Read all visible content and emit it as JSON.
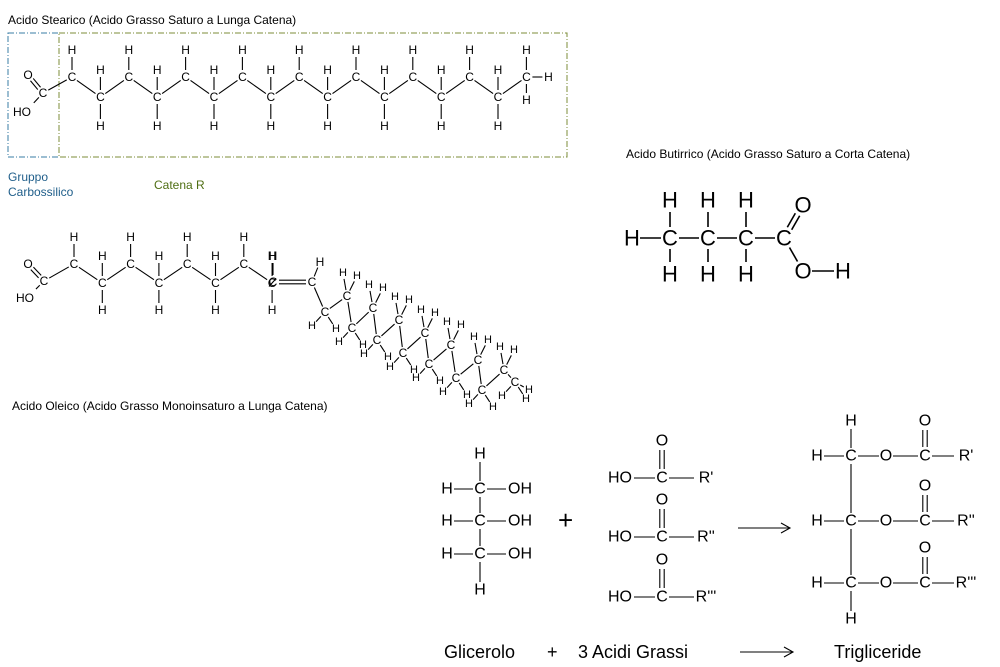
{
  "stearic": {
    "title": "Acido Stearico (Acido Grasso Saturo a Lunga Catena)",
    "carboxyl_label_1": "Gruppo",
    "carboxyl_label_2": "Carbossilico",
    "chain_label": "Catena R"
  },
  "oleic": {
    "title": "Acido Oleico (Acido Grasso Monoinsaturo a Lunga Catena)"
  },
  "butyric": {
    "title": "Acido Butirrico (Acido Grasso Saturo a Corta Catena)"
  },
  "atoms": {
    "C": "C",
    "H": "H",
    "O": "O",
    "OH": "OH",
    "HO": "HO",
    "R1": "R'",
    "R2": "R''",
    "R3": "R'''"
  },
  "reaction": {
    "glycerol": "Glicerolo",
    "plus": "+",
    "fatty_acids": "3 Acidi Grassi",
    "product": "Trigliceride"
  },
  "colors": {
    "carboxyl_box": "#3a7ca5",
    "chain_box": "#7d8c3a",
    "carboxyl_text": "#1f5e8a",
    "chain_text": "#4f6e13"
  }
}
